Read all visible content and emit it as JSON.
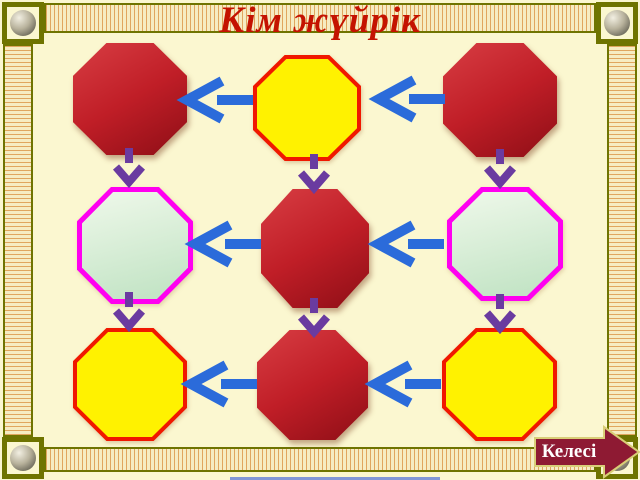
{
  "title": "Кім жүйрік",
  "next_button": {
    "label": "Келесі"
  },
  "palette": {
    "slide_bg": "#FBF7D0",
    "frame_olive": "#6F7400",
    "stripe_light": "#F6ECC2",
    "stripe_dark": "#E0A65E",
    "title_red": "#C41300",
    "octagon_red_light": "#D53A40",
    "octagon_red": "#C01E27",
    "octagon_red_dark": "#8E0E16",
    "octagon_yellow": "#FFF200",
    "octagon_yellow_border": "#F01800",
    "octagon_green_light": "#EAF6E6",
    "octagon_green_dark": "#BFE2C2",
    "octagon_green_border": "#FF00F0",
    "arrow_blue": "#2B6BDA",
    "arrow_purple": "#6A3BA0",
    "button_maroon": "#8E1A33",
    "button_outline": "#D9CE77",
    "button_text": "#FFFFFF",
    "sphere_light": "#F2EFE2",
    "sphere_mid": "#B8B29C",
    "sphere_dark": "#6E6B5C",
    "window_edge_blue": "#6C86D9"
  },
  "grid": {
    "rows": 3,
    "cols": 3,
    "cells": [
      {
        "row": 1,
        "col": 1,
        "variant": "red"
      },
      {
        "row": 1,
        "col": 2,
        "variant": "yellow"
      },
      {
        "row": 1,
        "col": 3,
        "variant": "red"
      },
      {
        "row": 2,
        "col": 1,
        "variant": "green"
      },
      {
        "row": 2,
        "col": 2,
        "variant": "red"
      },
      {
        "row": 2,
        "col": 3,
        "variant": "green"
      },
      {
        "row": 3,
        "col": 1,
        "variant": "yellow"
      },
      {
        "row": 3,
        "col": 2,
        "variant": "red"
      },
      {
        "row": 3,
        "col": 3,
        "variant": "yellow"
      }
    ]
  },
  "arrows": {
    "blue_left_count": 6,
    "purple_down_count": 6
  }
}
